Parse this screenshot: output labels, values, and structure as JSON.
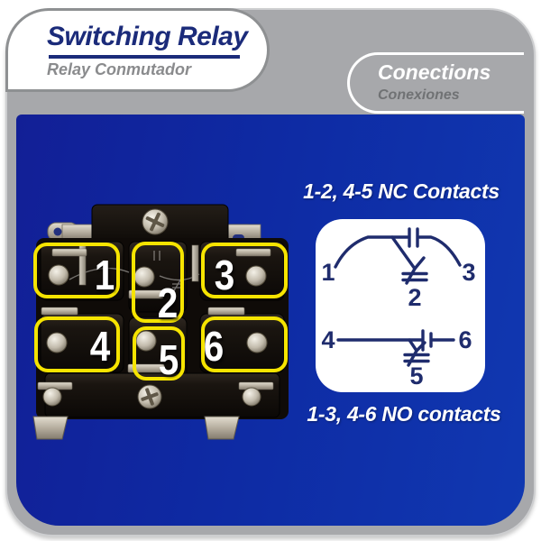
{
  "header": {
    "title": "Switching Relay",
    "subtitle": "Relay Conmutador"
  },
  "connections_tab": {
    "title": "Conections",
    "subtitle": "Conexiones"
  },
  "relay": {
    "description": "photo of 6-terminal switching relay with yellow terminal highlights",
    "terminals": [
      "1",
      "2",
      "3",
      "4",
      "5",
      "6"
    ]
  },
  "diagram": {
    "nc_label": "1-2, 4-5 NC Contacts",
    "no_label": "1-3, 4-6 NO contacts",
    "schematic": {
      "labels": [
        "1",
        "2",
        "3",
        "4",
        "5",
        "6"
      ]
    }
  },
  "colors": {
    "navy": "#1b2b7a",
    "card_gray": "#a7a8ab",
    "highlight_yellow": "#f6e400",
    "schematic_navy": "#1f2c6d",
    "panel_blue_left": "#121f96",
    "panel_blue_right": "#1038b1"
  }
}
